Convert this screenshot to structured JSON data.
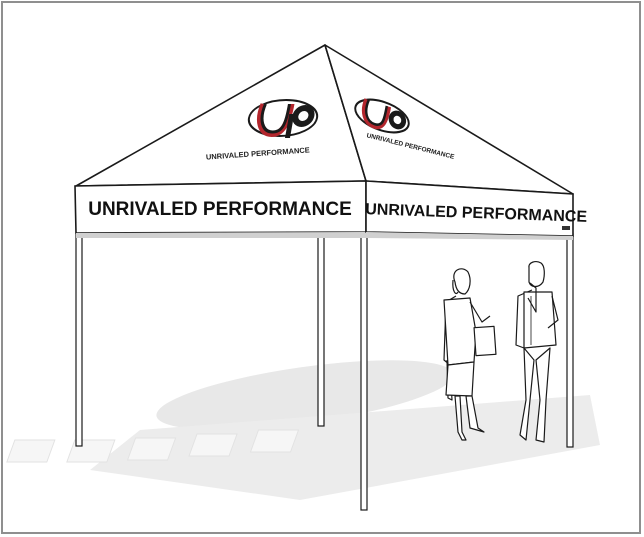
{
  "product": {
    "brand_logo_text": "UP",
    "roof_tagline": "UNRIVALED PERFORMANCE",
    "valance_front_text": "UNRIVALED PERFORMANCE",
    "valance_side_text": "UNRIVALED PERFORMANCE"
  },
  "colors": {
    "frame_border": "#8f8f8f",
    "canopy_fill": "#ffffff",
    "outline": "#1a1a1a",
    "logo_dark": "#1a1a1a",
    "logo_red": "#b3262d",
    "shadow": "#e6e6e6",
    "leg_fill": "#ffffff"
  },
  "figures": [
    "woman-holding-folder",
    "man-thinking"
  ]
}
